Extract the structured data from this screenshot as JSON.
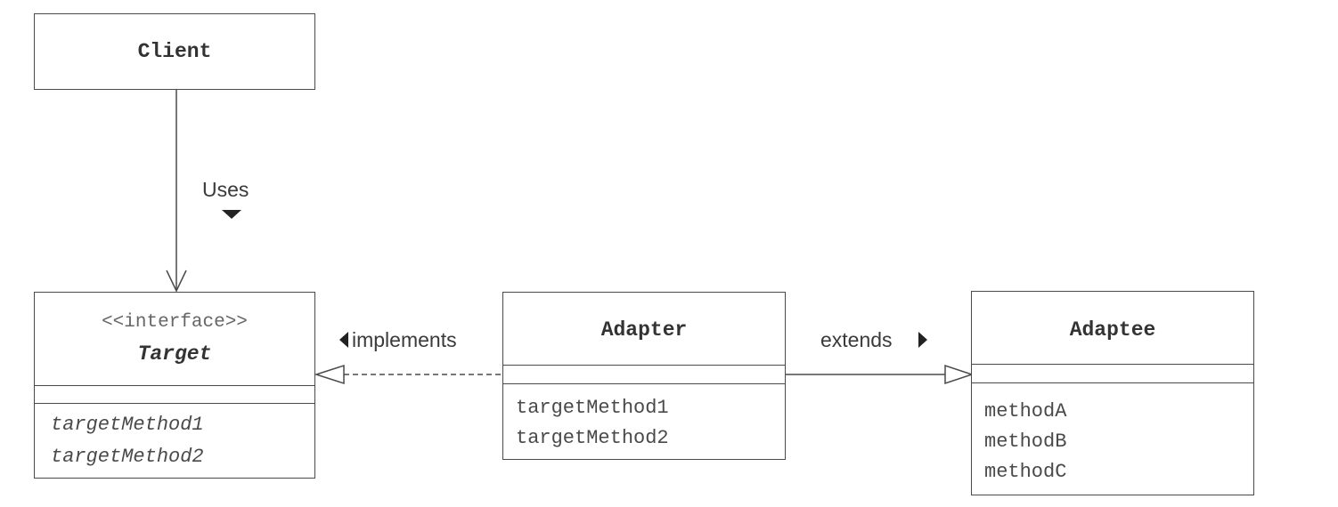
{
  "client": {
    "name": "Client"
  },
  "target": {
    "stereotype": "<<interface>>",
    "name": "Target",
    "methods": [
      "targetMethod1",
      "targetMethod2"
    ]
  },
  "adapter": {
    "name": "Adapter",
    "methods": [
      "targetMethod1",
      "targetMethod2"
    ]
  },
  "adaptee": {
    "name": "Adaptee",
    "methods": [
      "methodA",
      "methodB",
      "methodC"
    ]
  },
  "relations": {
    "uses": "Uses",
    "implements": "implements",
    "extends": "extends"
  },
  "colors": {
    "line": "#4a4a4a",
    "text": "#3a3a3a"
  }
}
